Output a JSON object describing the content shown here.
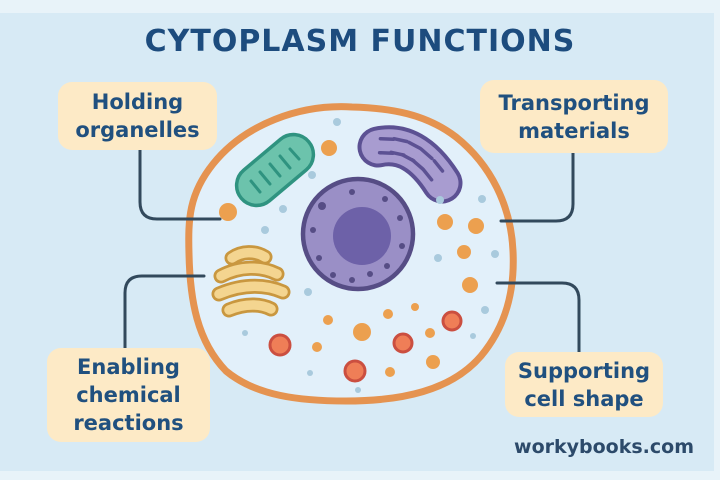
{
  "title": "CYTOPLASM FUNCTIONS",
  "labels": [
    {
      "id": "holding-organelles",
      "lines": [
        "Holding",
        "organelles"
      ]
    },
    {
      "id": "transporting-materials",
      "lines": [
        "Transporting",
        "materials"
      ]
    },
    {
      "id": "enabling-chemical-reactions",
      "lines": [
        "Enabling",
        "chemical",
        "reactions"
      ]
    },
    {
      "id": "supporting-cell-shape",
      "lines": [
        "Supporting",
        "cell shape"
      ]
    }
  ],
  "watermark": "workybooks.com",
  "cell": {
    "icon_names": [
      "cell-membrane-icon",
      "cytoplasm-icon",
      "mitochondrion-green-icon",
      "rod-organelle-purple-icon",
      "nucleus-icon",
      "nucleolus-icon",
      "golgi-apparatus-icon",
      "vesicle-orange-icon",
      "lysosome-red-icon",
      "ribosome-blue-icon"
    ]
  },
  "colors": {
    "background": "#d7eaf5",
    "edge_strip": "#e8f3f9",
    "title_text": "#1d4c7e",
    "label_box_fill": "#fdeac6",
    "label_text": "#20507f",
    "connector_line": "#32495c",
    "membrane_stroke": "#e59350",
    "cytoplasm_fill": "#e2f0fa",
    "mitochondrion_fill": "#6cc3ac",
    "mitochondrion_stroke": "#2f9380",
    "rod_organelle_fill": "#a89cd0",
    "rod_organelle_stroke": "#5c5193",
    "nucleus_fill": "#9a8fc6",
    "nucleus_stroke": "#564d85",
    "nucleolus_fill": "#6d61a8",
    "golgi_fill": "#f4d590",
    "golgi_stroke": "#c9973f",
    "vesicle_orange": "#eca04f",
    "lysosome_fill": "#ef7e57",
    "lysosome_stroke": "#cb4f40",
    "ribosome_blue": "#a9cadd",
    "watermark_text": "#2c4a6a"
  }
}
